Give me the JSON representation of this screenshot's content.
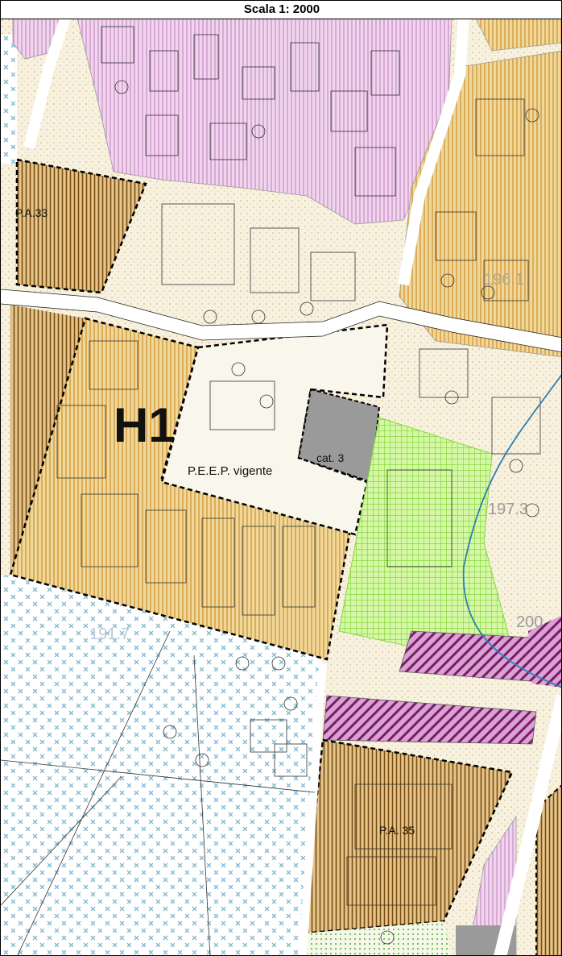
{
  "header": {
    "title": "Scala 1: 2000"
  },
  "labels": {
    "zone_h1": "H1",
    "peep": "P.E.E.P. vigente",
    "cat3": "cat. 3",
    "pa33": "P.A.33",
    "pa35": "P.A. 35",
    "elev_197_3": "197.3",
    "elev_200": "200",
    "elev_196_1": "196.1",
    "elev_191_7": "191.7"
  },
  "colors": {
    "residential_pink": "#e9c3e4",
    "residential_hatch": "#c98bc6",
    "orange_zone": "#e8c27a",
    "orange_hatch": "#c9852a",
    "brown_hatch": "#8a5a16",
    "green_zone": "#b9ef6d",
    "green_grid": "#7fd93a",
    "magenta_hatch": "#8b1f7b",
    "agri_cross": "#7fb6cf",
    "cat3_fill": "#9a9a9a",
    "blue_line": "#2f7fb0",
    "road": "#ffffff",
    "base": "#f6f0dc"
  }
}
